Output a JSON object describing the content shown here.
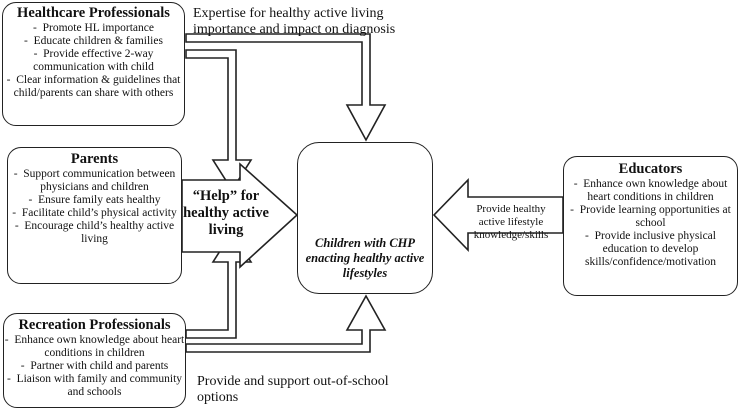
{
  "healthcare": {
    "title": "Healthcare Professionals",
    "items": [
      "Promote HL importance",
      "Educate children & families",
      "Provide effective 2-way communication with child",
      "Clear information & guidelines that child/parents can share with others"
    ]
  },
  "parents": {
    "title": "Parents",
    "items": [
      "Support communication between physicians and children",
      "Ensure family eats healthy",
      "Facilitate child’s physical activity",
      "Encourage child’s healthy active living"
    ]
  },
  "recreation": {
    "title": "Recreation Professionals",
    "items": [
      "Enhance own knowledge about heart conditions in children",
      "Partner with child and parents",
      "Liaison with family and community and schools"
    ]
  },
  "educators": {
    "title": "Educators",
    "items": [
      "Enhance own knowledge about heart conditions in children",
      "Provide learning opportunities at school",
      "Provide inclusive physical education to develop skills/confidence/motivation"
    ]
  },
  "help_label": "“Help” for healthy active living",
  "top_label": "Expertise for healthy active living importance and impact on diagnosis",
  "bottom_label": "Provide and support out-of-school options",
  "educator_arrow_label": "Provide healthy active lifestyle knowledge/skills",
  "children_label": "Children with CHP enacting healthy active lifestyles",
  "colors": {
    "stroke": "#222222",
    "figure_grey": "#9a9a9a",
    "figure_dark": "#1a1a1a"
  }
}
